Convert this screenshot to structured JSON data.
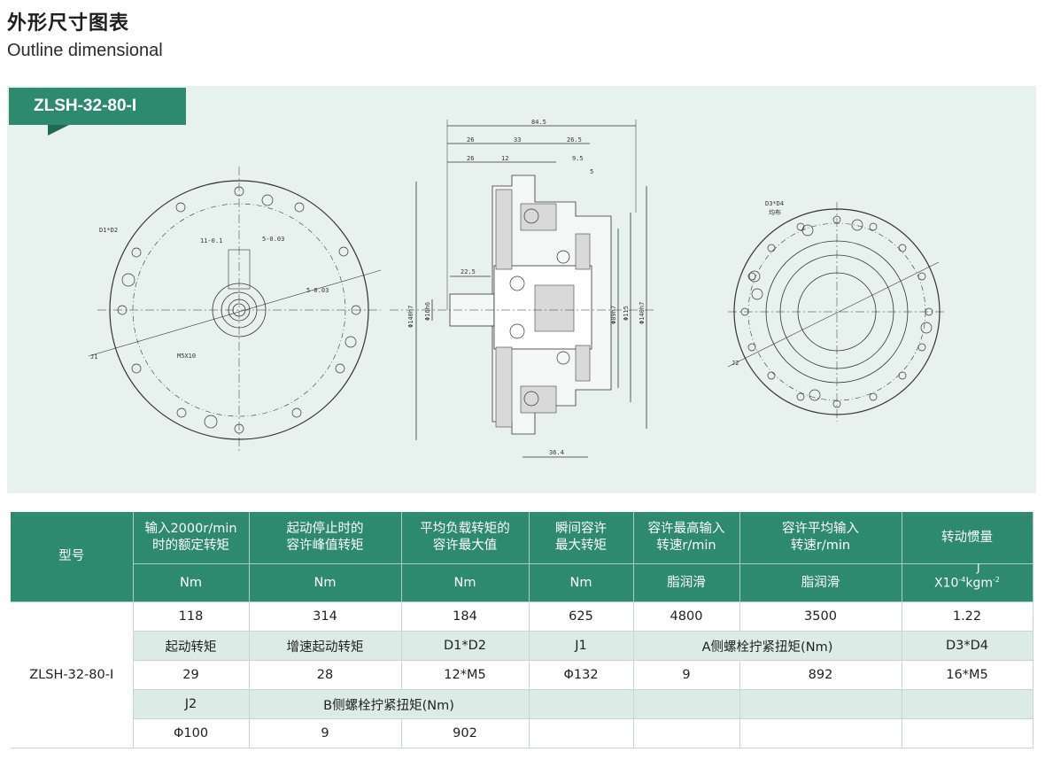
{
  "page": {
    "title_cn": "外形尺寸图表",
    "title_en": "Outline dimensional",
    "model_tag": "ZLSH-32-80-I"
  },
  "drawing": {
    "front": {
      "label_hole": "D1*D2",
      "label_m": "M5X10",
      "label_j1": "J1",
      "label_a": "11-0.1",
      "label_b": "5-0.03",
      "label_c": "5-0.03"
    },
    "section": {
      "dim_total": "84.5",
      "dim_a": "26",
      "dim_b": "33",
      "dim_c": "26.5",
      "dim_d": "26",
      "dim_e": "12",
      "dim_f": "9.5",
      "dim_g": "5",
      "dim_h": "22.5",
      "dim_i": "36.4",
      "dia_1": "Φ140h7",
      "dia_2": "Φ16h6",
      "dia_3": "Φ89h7",
      "dia_4": "Φ115",
      "dia_5": "Φ140h7"
    },
    "rear": {
      "label_d": "D3*D4",
      "label_d_sub": "均布",
      "label_j": "J2"
    }
  },
  "table": {
    "header_row1": [
      "型号",
      "输入2000r/min\n时的额定转矩",
      "起动停止时的\n容许峰值转矩",
      "平均负载转矩的\n容许最大值",
      "瞬间容许\n最大转矩",
      "容许最高输入\n转速r/min",
      "容许平均输入\n转速r/min",
      "转动惯量"
    ],
    "header_row2": [
      "Nm",
      "Nm",
      "Nm",
      "Nm",
      "脂润滑",
      "脂润滑"
    ],
    "inertia_unit": {
      "base": "X10",
      "exp": "-4",
      "j": "J",
      "kgm": "kgm",
      "kgm_exp": "-2"
    },
    "model": "ZLSH-32-80-I",
    "rows": [
      [
        "118",
        "314",
        "184",
        "625",
        "4800",
        "3500",
        "1.22"
      ],
      [
        "起动转矩",
        "增速起动转矩",
        "D1*D2",
        "J1",
        "A侧螺栓拧紧扭矩(Nm)",
        "D3*D4"
      ],
      [
        "29",
        "28",
        "12*M5",
        "Φ132",
        "9",
        "892",
        "16*M5"
      ],
      [
        "J2",
        "B侧螺栓拧紧扭矩(Nm)",
        "",
        "",
        "",
        ""
      ],
      [
        "Φ100",
        "9",
        "902",
        "",
        "",
        "",
        ""
      ]
    ]
  },
  "colors": {
    "brand_green": "#2e8a6c",
    "panel_bg": "#e7f2ee",
    "row_alt": "#dcebe6"
  }
}
